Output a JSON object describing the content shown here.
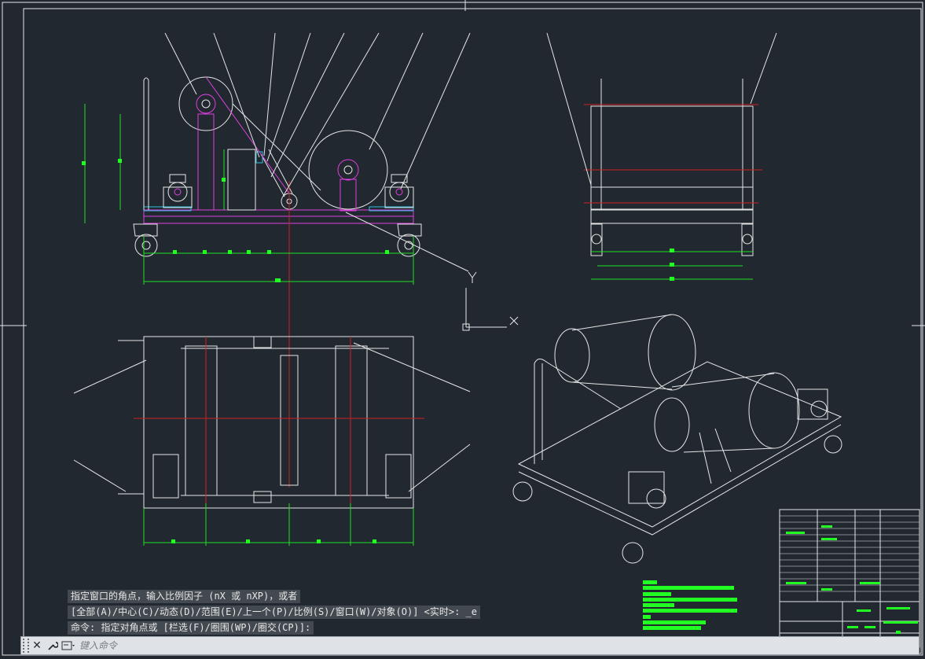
{
  "drawing": {
    "colors": {
      "background": "#212830",
      "line_white": "#e6e6e6",
      "line_magenta": "#e040e0",
      "line_red": "#d02020",
      "line_green": "#20e020",
      "dim_text_green": "#22ff22"
    },
    "views": [
      "front-view",
      "side-view",
      "top-view",
      "isometric-view"
    ],
    "ucs_icon": {
      "x_label": "X",
      "y_label": "Y"
    }
  },
  "command_history": {
    "line1": "指定窗口的角点，输入比例因子 (nX 或 nXP)，或者",
    "line2": "[全部(A)/中心(C)/动态(D)/范围(E)/上一个(P)/比例(S)/窗口(W)/对象(O)] <实时>: _e",
    "line3": "命令: 指定对角点或 [栏选(F)/圈围(WP)/圈交(CP)]:"
  },
  "command_bar": {
    "placeholder": "键入命令",
    "close_icon": "close-icon",
    "settings_icon": "wrench-icon",
    "recent_icon": "command-history-icon"
  }
}
